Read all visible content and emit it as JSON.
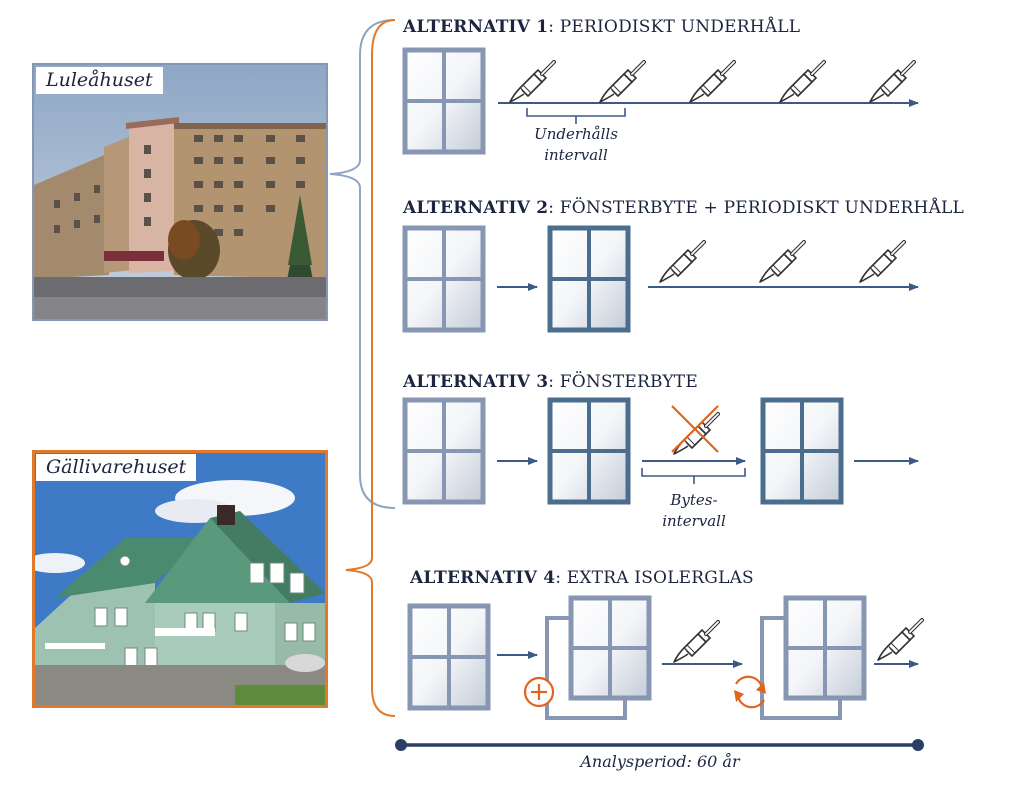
{
  "photos": {
    "lulea": {
      "label": "Luleåhuset"
    },
    "gallivare": {
      "label": "Gällivarehuset"
    }
  },
  "alternatives": [
    {
      "name": "ALTERNATIV 1",
      "desc": ": PERIODISKT UNDERHÅLL",
      "note_line1": "Underhålls",
      "note_line2": "intervall"
    },
    {
      "name": "ALTERNATIV 2",
      "desc": ": FÖNSTERBYTE + PERIODISKT UNDERHÅLL"
    },
    {
      "name": "ALTERNATIV 3",
      "desc": ": FÖNSTERBYTE",
      "note_line1": "Bytes-",
      "note_line2": "intervall"
    },
    {
      "name": "ALTERNATIV 4",
      "desc": ": EXTRA ISOLERGLAS"
    }
  ],
  "analysis_period": "Analysperiod: 60 år",
  "icons": [
    "paint-brush-icon",
    "window-icon",
    "plus-circle-icon",
    "cycle-arrows-icon",
    "crossed-brush-icon"
  ],
  "colors": {
    "text": "#1c2440",
    "arrow": "#3c5a86",
    "old_window_frame": "#8796b2",
    "new_window_frame": "#4c6e8e",
    "bracket_lulea": "#8fa6c2",
    "bracket_gallivare": "#e07a2a",
    "accent_orange": "#e0641e"
  }
}
